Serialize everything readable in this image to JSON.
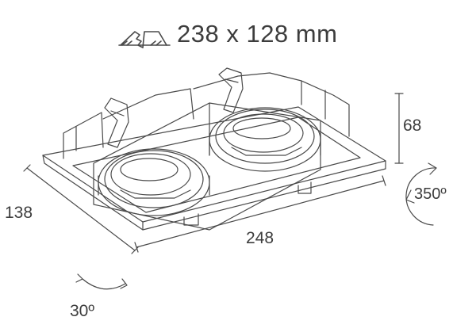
{
  "cutout": {
    "label": "238 x 128 mm",
    "icon": "ceiling-cutout-icon"
  },
  "dimensions": {
    "depth": "68",
    "width": "138",
    "length": "248"
  },
  "rotation": {
    "label": "350º",
    "icon": "rotate-arrow-icon"
  },
  "tilt": {
    "label": "30º",
    "icon": "tilt-arrow-icon"
  },
  "colors": {
    "line": "#4a4a4a",
    "text": "#3d3d3d",
    "background": "#ffffff"
  }
}
